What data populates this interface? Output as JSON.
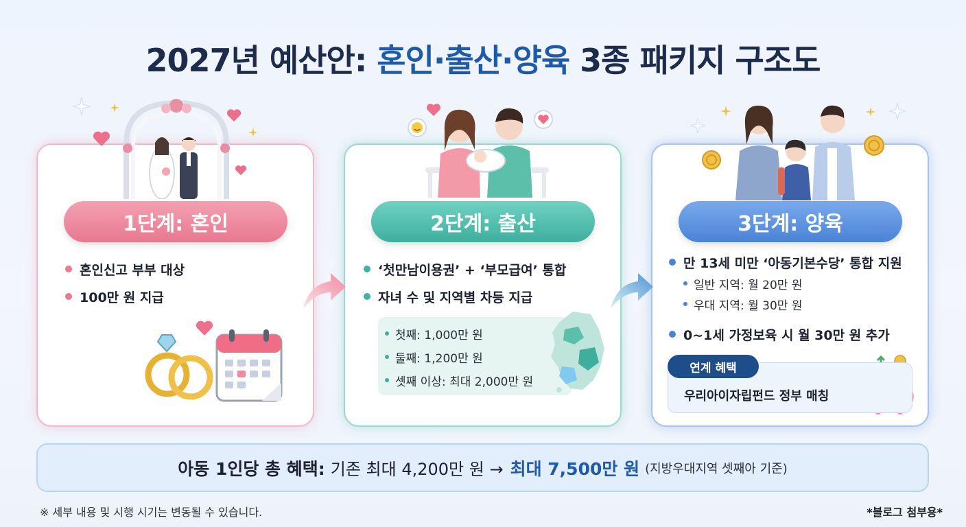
{
  "title": {
    "part1": "2027년 예산안: ",
    "part2": "혼인·출산·양육",
    "part3": " 3종 패키지 구조도"
  },
  "stages": [
    {
      "label": "1단계: 혼인",
      "bullets": [
        "혼인신고 부부 대상",
        "100만 원 지급"
      ]
    },
    {
      "label": "2단계: 출산",
      "bullets": [
        "‘첫만남이용권’ + ‘부모급여’ 통합",
        "자녀 수 및 지역별 차등 지급"
      ],
      "sub_items": [
        "첫째: 1,000만 원",
        "둘째: 1,200만 원",
        "셋째 이상: 최대 2,000만 원"
      ]
    },
    {
      "label": "3단계: 양육",
      "bullets": [
        "만 13세 미만 ‘아동기본수당’ 통합 지원",
        "0~1세 가정보육 시 월 30만 원 추가"
      ],
      "sub_items": [
        "일반 지역: 월 20만 원",
        "우대 지역: 월 30만 원"
      ],
      "linked": {
        "label": "연계 혜택",
        "text": "우리아이자립펀드 정부 매칭"
      }
    }
  ],
  "summary": {
    "label": "아동 1인당 총 혜택:",
    "before": "기존 최대 4,200만 원 →",
    "after": "최대 7,500만 원",
    "detail": "(지방우대지역 셋째아 기준)"
  },
  "footnote": "※ 세부 내용 및 시행 시기는 변동될 수 있습니다.",
  "tag": "*블로그 첨부용*",
  "colors": {
    "stage1": "#e8788f",
    "stage2": "#3fae9d",
    "stage3": "#4a83d6",
    "title_dark": "#1d2c4c",
    "title_accent": "#1e5aa8"
  },
  "icons": [
    "wedding-couple-arch-icon",
    "wedding-rings-icon",
    "calendar-icon",
    "parents-with-newborn-icon",
    "korea-map-icon",
    "family-with-child-icon",
    "piggy-bank-icon",
    "coin-icon",
    "heart-icon",
    "arrow-right-icon"
  ]
}
